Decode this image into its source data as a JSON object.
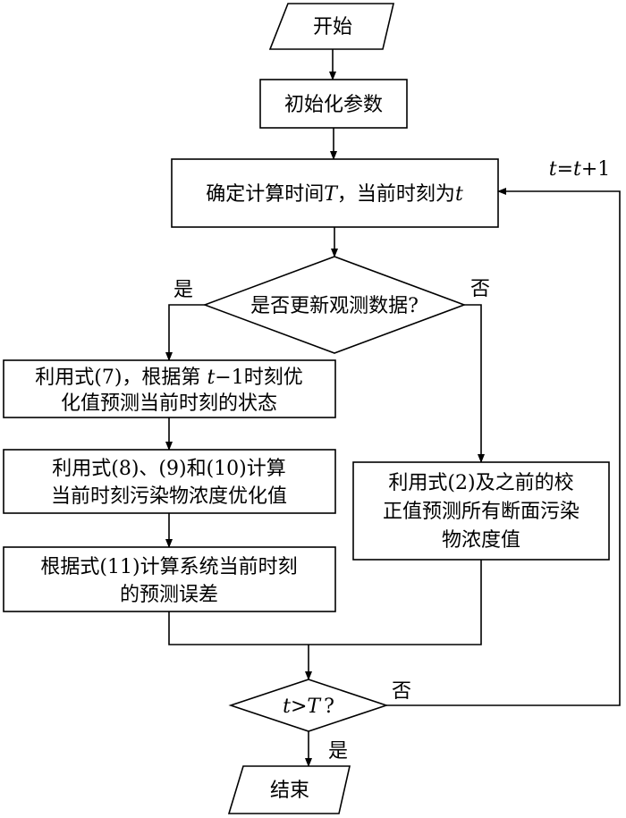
{
  "nodes": {
    "start": "开始",
    "init": "初始化参数",
    "set_time": {
      "pre": "确定计算时间",
      "T": "T",
      "mid": "，当前时刻为",
      "t": "t"
    },
    "decision_update": "是否更新观测数据?",
    "predict_state": {
      "line1_pre": "利用式(7)，根据第 ",
      "line1_var": "t",
      "line1_post": "−1时刻优",
      "line2": "化值预测当前时刻的状态"
    },
    "optimize": {
      "line1": "利用式(8)、(9)和(10)计算",
      "line2": "当前时刻污染物浓度优化值"
    },
    "error": {
      "line1": "根据式(11)计算系统当前时刻",
      "line2": "的预测误差"
    },
    "correct_predict": {
      "line1": "利用式(2)及之前的校",
      "line2": "正值预测所有断面污染",
      "line3": "物浓度值"
    },
    "decision_end": {
      "a": "t",
      "op": ">",
      "b": "T",
      "q": "?"
    },
    "end": "结束"
  },
  "edge_labels": {
    "update_yes": "是",
    "update_no": "否",
    "end_yes": "是",
    "end_no": "否",
    "loop": {
      "a": "t",
      "eq": "=",
      "b": "t",
      "plus": "+1"
    }
  }
}
